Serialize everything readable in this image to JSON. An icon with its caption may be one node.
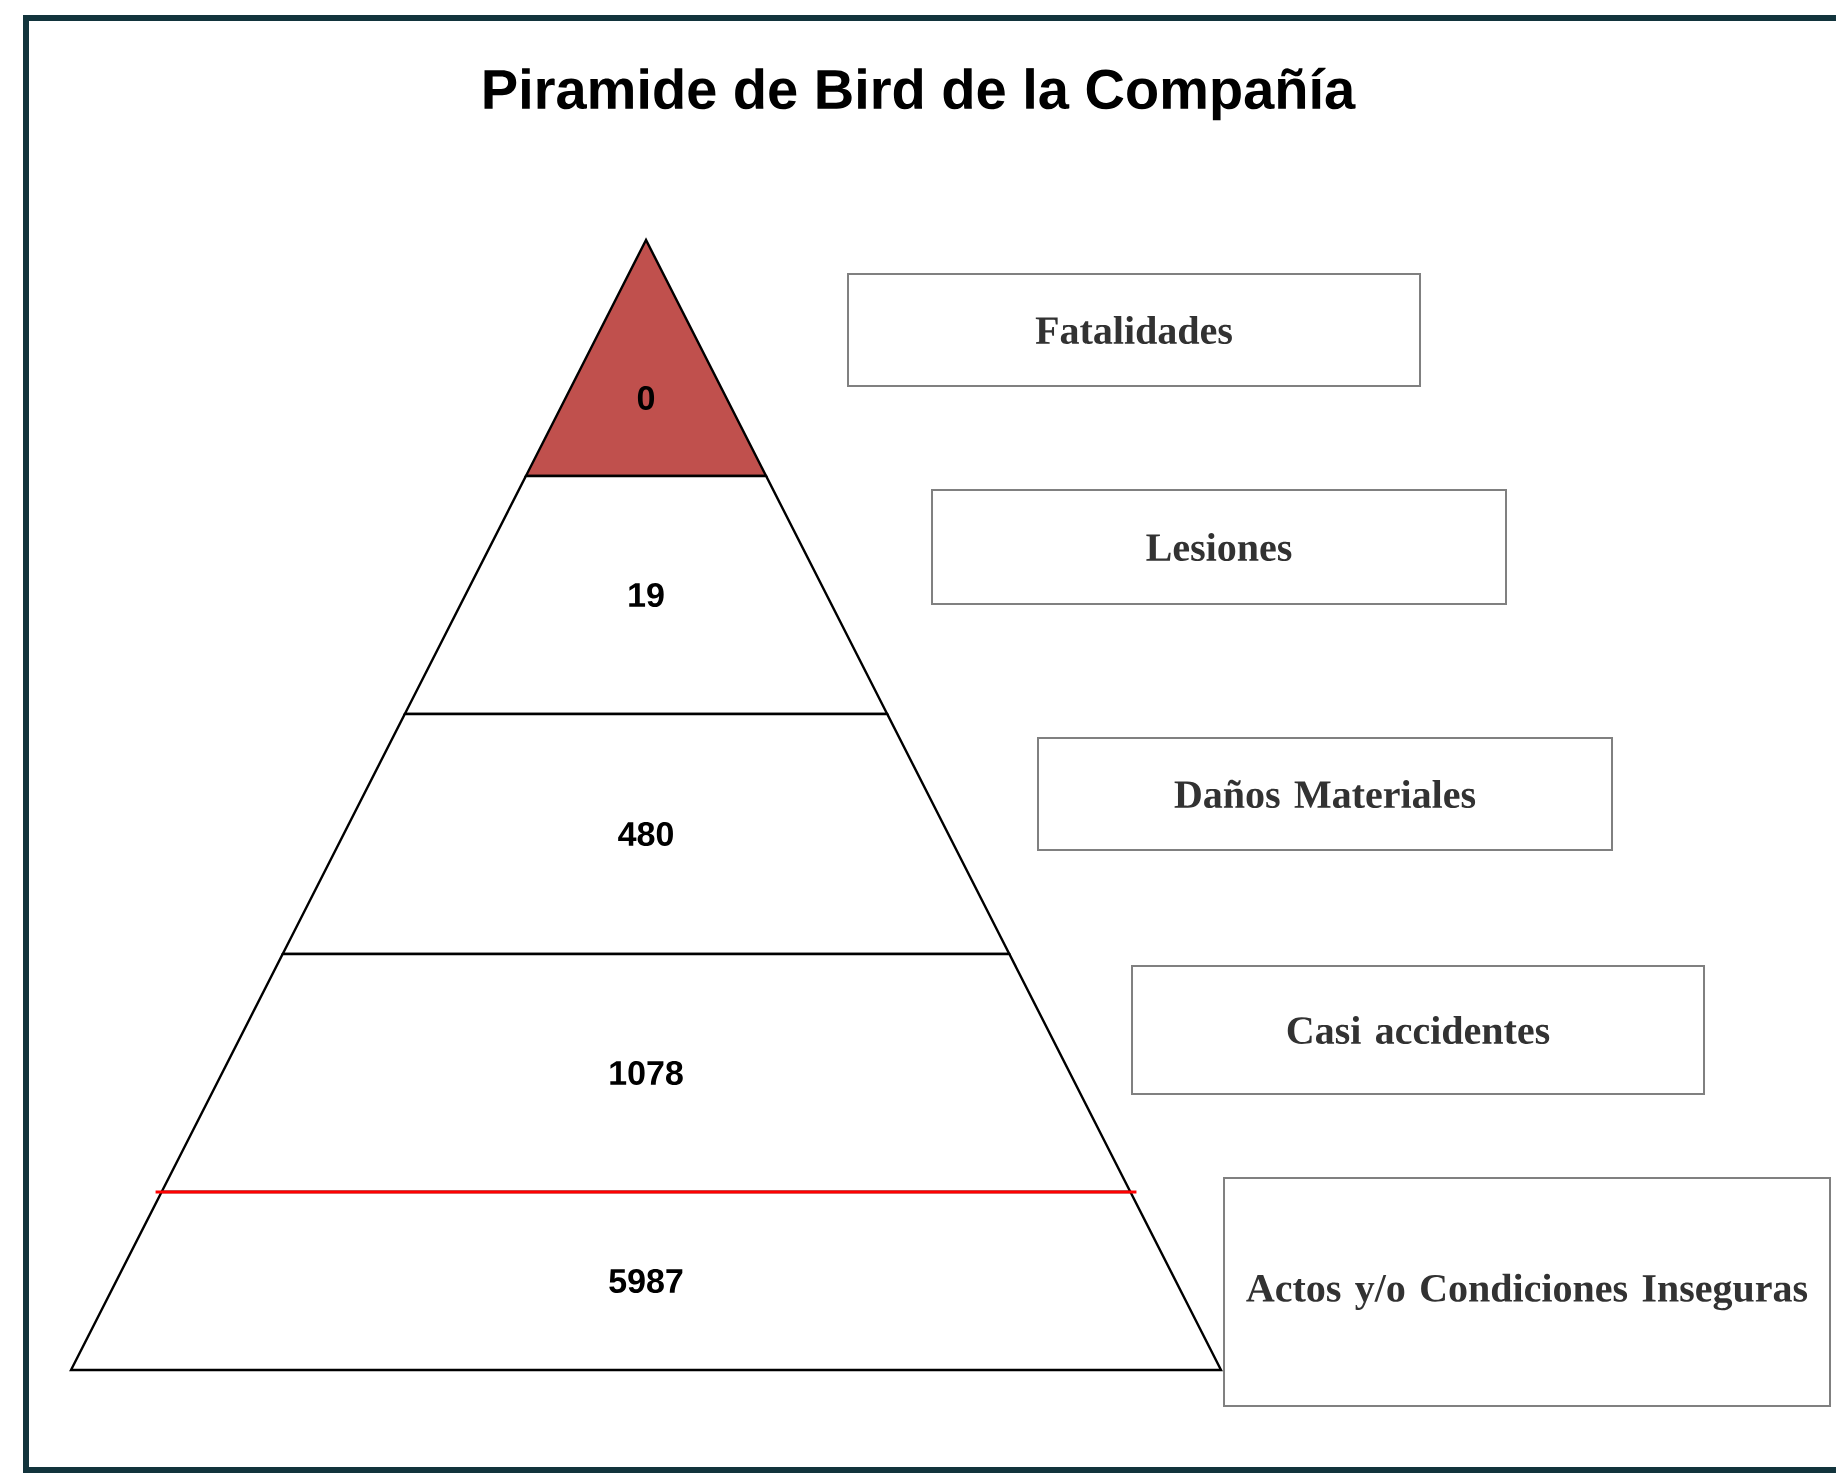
{
  "diagram": {
    "title": "Piramide de Bird de la Compañía",
    "nodes": [
      {
        "text": [
          "0"
        ]
      },
      {
        "text": [
          "19"
        ]
      },
      {
        "text": [
          "480"
        ]
      },
      {
        "text": [
          "1078"
        ]
      },
      {
        "text": [
          "5987"
        ]
      },
      {
        "text": [
          "Fatalidades"
        ]
      },
      {
        "text": [
          "Lesiones"
        ]
      },
      {
        "text": [
          "Daños Materiales"
        ]
      },
      {
        "text": [
          "Casi accidentes"
        ]
      },
      {
        "text": [
          "Actos y/o Condiciones Inseguras"
        ]
      }
    ],
    "edges": []
  }
}
